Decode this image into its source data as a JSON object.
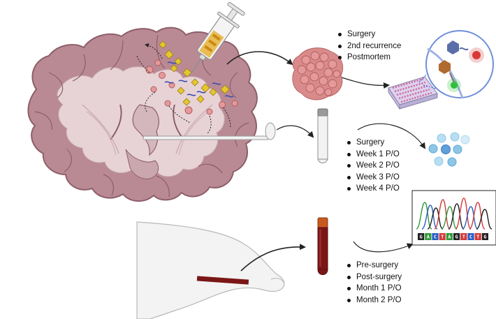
{
  "timepoint_lists": {
    "tissue": [
      "Surgery",
      "2nd recurrence",
      "Postmortem"
    ],
    "csf": [
      "Surgery",
      "Week 1 P/O",
      "Week 2 P/O",
      "Week 3 P/O",
      "Week 4 P/O"
    ],
    "blood": [
      "Pre-surgery",
      "Post-surgery",
      "Month 1 P/O",
      "Month 2 P/O"
    ]
  },
  "sequencing": {
    "bases": [
      "G",
      "A",
      "C",
      "T",
      "A",
      "G",
      "T",
      "C",
      "T",
      "G"
    ],
    "base_colors": {
      "A": "#2f9a3a",
      "C": "#2a5fc4",
      "G": "#222222",
      "T": "#d23b3b"
    }
  },
  "colors": {
    "brain_fill": "#b98a94",
    "brain_dark": "#8d5e69",
    "white_matter": "#e7d3d6",
    "tumor_cells": "#e49a9a",
    "blood": "#7a1616",
    "tube_cap": "#c85a1e",
    "csf_tube": "#e6e6e6",
    "skin": "#f1f1f1"
  },
  "icons": [
    "syringe-icon",
    "brain-section",
    "tumor-tissue-icon",
    "well-plate-icon",
    "csf-tube-icon",
    "blood-tube-icon",
    "arm-icon",
    "vesicles-icon",
    "chromatogram-icon"
  ]
}
